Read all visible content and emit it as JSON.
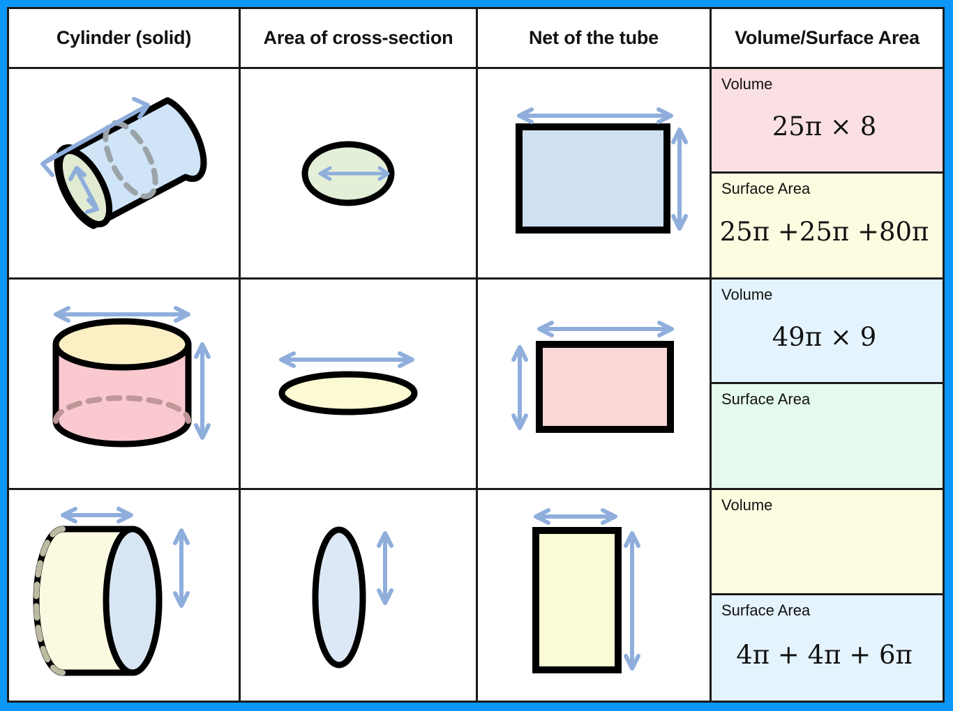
{
  "table": {
    "headers": [
      {
        "label": "Cylinder (solid)",
        "name": "header-cylinder"
      },
      {
        "label": "Area of cross-section",
        "name": "header-cross-section"
      },
      {
        "label": "Net of the tube",
        "name": "header-net"
      },
      {
        "label": "Volume/Surface Area",
        "name": "header-volume-surface-area"
      }
    ],
    "labels": {
      "volume": "Volume",
      "surface_area": "Surface Area"
    },
    "rows": [
      {
        "row_index": 1,
        "cylinder": {
          "orientation": "diagonal",
          "body_fill": "#CFE4F7",
          "face_fill": "#E0EBD2",
          "dashed_hidden_circle": true,
          "arrows": [
            "length-diagonal",
            "radius-on-face"
          ]
        },
        "cross_section": {
          "shape": "ellipse",
          "fill": "#E4EFD8",
          "arrow": "radius-horizontal"
        },
        "net": {
          "shape": "rectangle",
          "fill": "#CFE0F0",
          "orientation": "landscape",
          "arrows": [
            "width-top",
            "height-right"
          ]
        },
        "volume": {
          "label": "Volume",
          "expression": "25π × 8",
          "fill": "#FBE0E3"
        },
        "surface_area": {
          "label": "Surface Area",
          "expression": "25π +25π +80π",
          "fill": "#FDFCE0"
        }
      },
      {
        "row_index": 2,
        "cylinder": {
          "orientation": "upright",
          "body_fill": "#FAC9CF",
          "face_fill": "#FBEFC4",
          "dashed_hidden_circle": true,
          "arrows": [
            "diameter-top",
            "height-right"
          ]
        },
        "cross_section": {
          "shape": "ellipse",
          "fill": "#FBFAD2",
          "arrow": "diameter-top"
        },
        "net": {
          "shape": "rectangle",
          "fill": "#FBD6D6",
          "orientation": "landscape",
          "arrows": [
            "width-top",
            "height-left"
          ]
        },
        "volume": {
          "label": "Volume",
          "expression": "49π × 9",
          "fill": "#E4F3FD"
        },
        "surface_area": {
          "label": "Surface Area",
          "expression": "",
          "fill": "#E4FAEC"
        }
      },
      {
        "row_index": 3,
        "cylinder": {
          "orientation": "horizontal",
          "body_fill": "#FBFAE0",
          "face_fill": "#D8E6F4",
          "dashed_hidden_circle": true,
          "arrows": [
            "length-top",
            "diameter-right"
          ]
        },
        "cross_section": {
          "shape": "ellipse-tall",
          "fill": "#DCE8F6",
          "arrow": "diameter-vertical-right"
        },
        "net": {
          "shape": "rectangle",
          "fill": "#FBFAD6",
          "orientation": "portrait",
          "arrows": [
            "width-top",
            "height-right"
          ]
        },
        "volume": {
          "label": "Volume",
          "expression": "",
          "fill": "#FDFCE0"
        },
        "surface_area": {
          "label": "Surface Area",
          "expression": "4π + 4π + 6π",
          "fill": "#E4F3FD"
        }
      }
    ]
  },
  "colors": {
    "frame_blue": "#0C96F7",
    "grid_black": "#1a1a1a",
    "arrow_blue": "#8FAEDC",
    "dash_gray": "#9AA3A8"
  }
}
